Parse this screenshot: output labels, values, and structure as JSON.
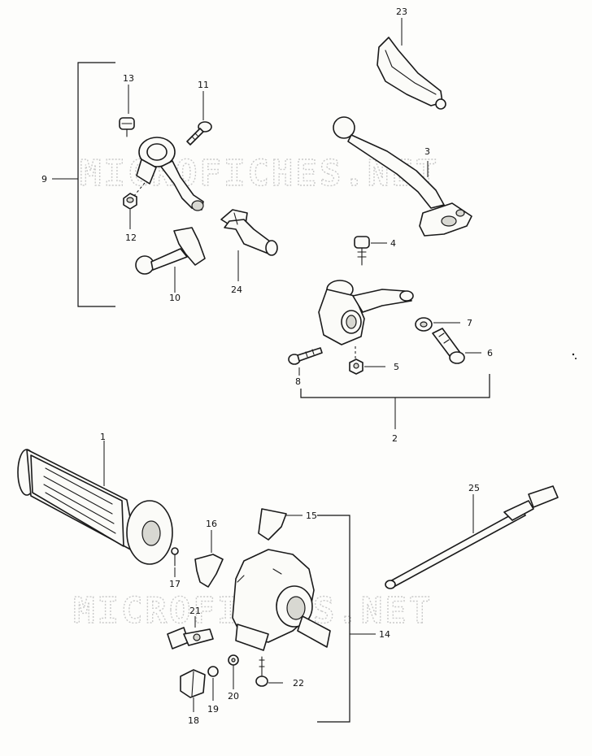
{
  "watermarks": [
    "MICROFICHES.NET",
    "MICROFICHES.NET"
  ],
  "labels": {
    "p1": "1",
    "p2": "2",
    "p3": "3",
    "p4": "4",
    "p5": "5",
    "p6": "6",
    "p7": "7",
    "p8": "8",
    "p9": "9",
    "p10": "10",
    "p11": "11",
    "p12": "12",
    "p13": "13",
    "p14": "14",
    "p15": "15",
    "p16": "16",
    "p17": "17",
    "p18": "18",
    "p19": "19",
    "p20": "20",
    "p21": "21",
    "p22": "22",
    "p23": "23",
    "p24": "24",
    "p25": "25"
  }
}
